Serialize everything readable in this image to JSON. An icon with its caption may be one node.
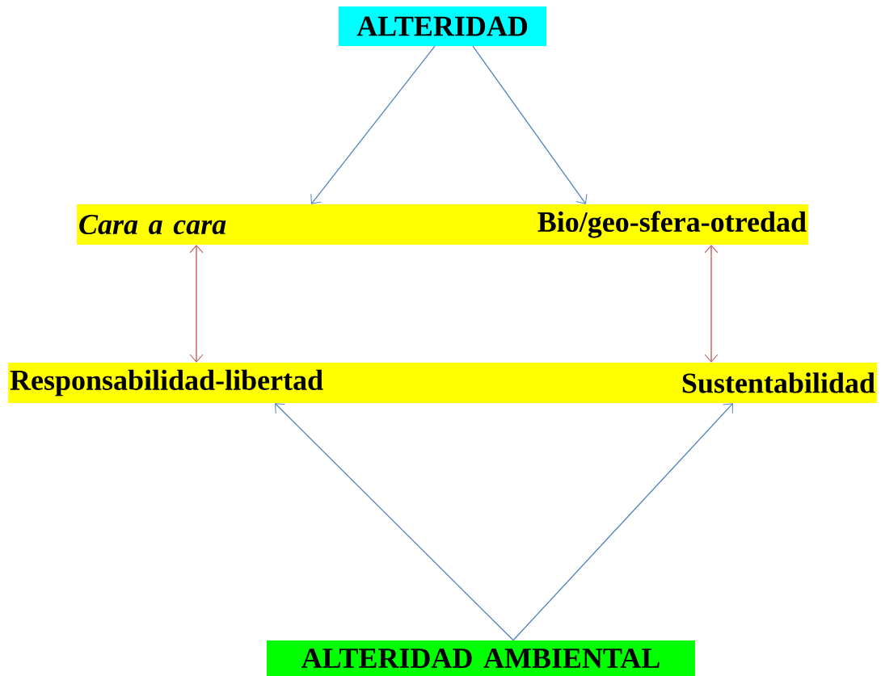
{
  "diagram": {
    "nodes": [
      {
        "text": [
          "ALTERIDAD"
        ]
      },
      {
        "text": [
          "Cara a cara"
        ]
      },
      {
        "text": [
          "Bio/geo-sfera-otredad"
        ]
      },
      {
        "text": [
          "Responsabilidad-libertad"
        ]
      },
      {
        "text": [
          "Sustentabilidad"
        ]
      },
      {
        "text": [
          "ALTERIDAD AMBIENTAL"
        ]
      }
    ],
    "edges": [
      {
        "from": 0,
        "to": 1,
        "arrow": "to"
      },
      {
        "from": 0,
        "to": 2,
        "arrow": "to"
      },
      {
        "from": 1,
        "to": 3,
        "arrow": "both",
        "color": "#c0504d"
      },
      {
        "from": 2,
        "to": 4,
        "arrow": "both",
        "color": "#c0504d"
      },
      {
        "from": 5,
        "to": 3,
        "arrow": "to"
      },
      {
        "from": 5,
        "to": 4,
        "arrow": "to"
      }
    ]
  }
}
